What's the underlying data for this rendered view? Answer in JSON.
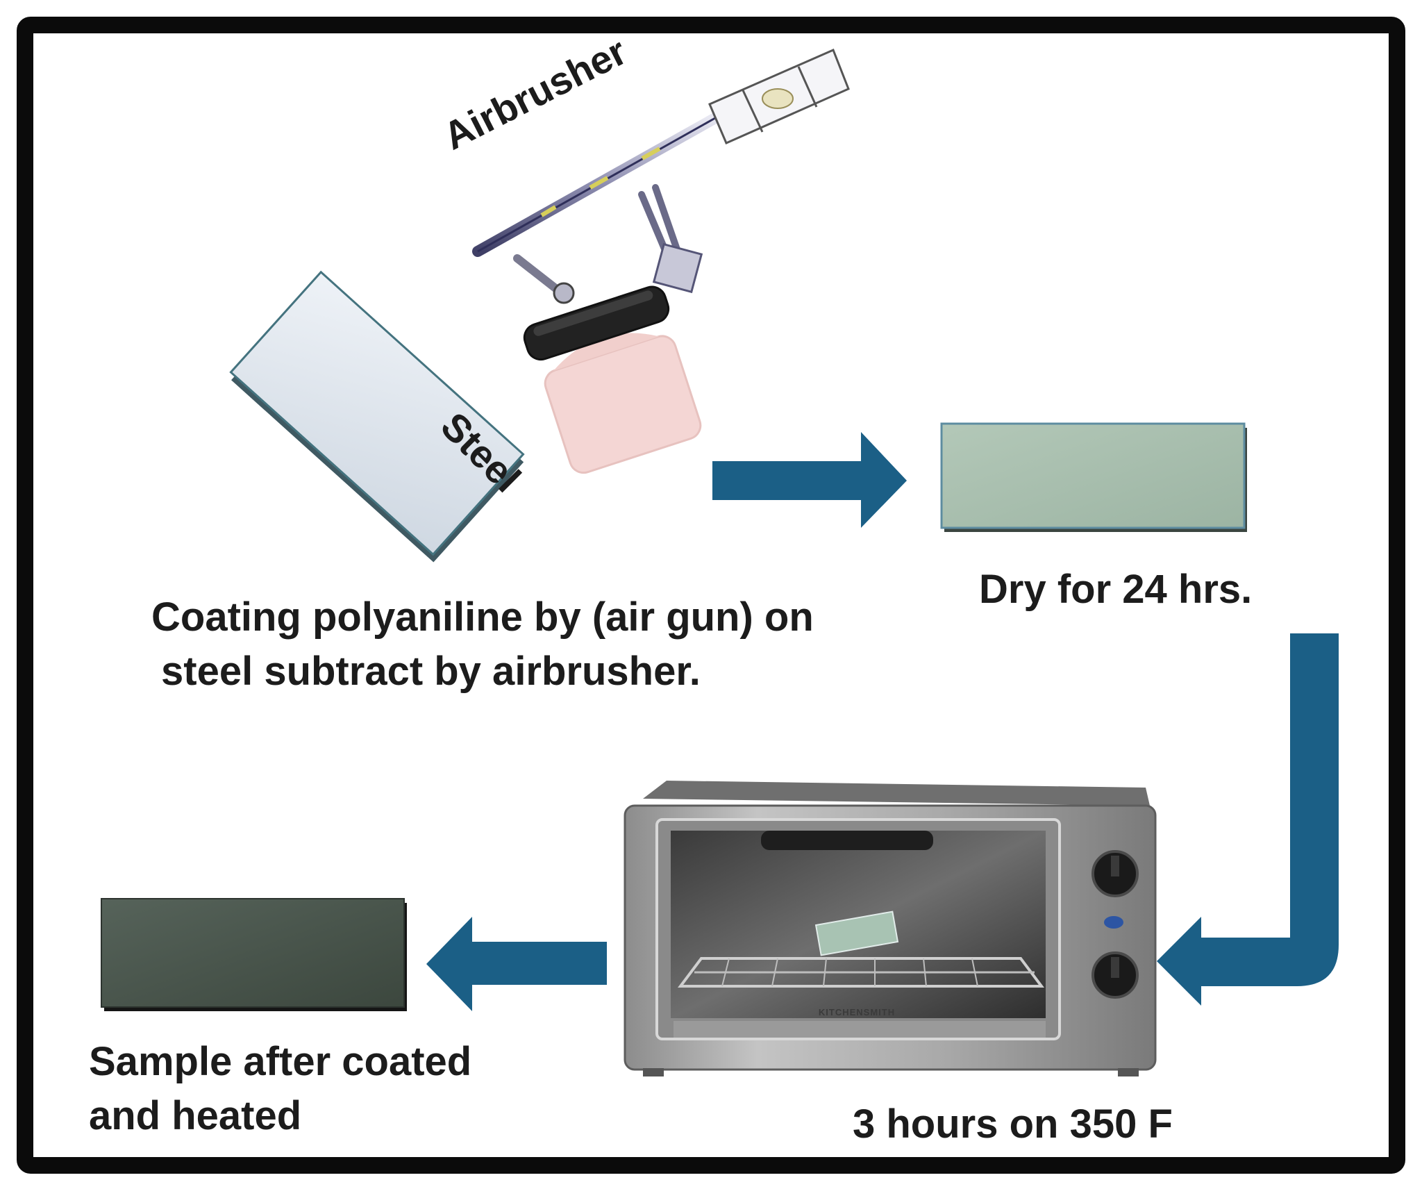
{
  "labels": {
    "airbrusher": "Airbrusher",
    "steel": "Steel",
    "coating_line1": "Coating polyaniline by (air gun) on",
    "coating_line2": "steel  subtract  by airbrusher.",
    "dry": "Dry for 24 hrs.",
    "oven_brand": "KITCHENSMITH",
    "oven": "3 hours on 350 F",
    "sample_line1": "Sample after coated",
    "sample_line2": "and heated"
  },
  "colors": {
    "arrow": "#1b5f86",
    "frame": "#0b0b0b",
    "steel_plate": "#dde4ec",
    "dried_plate": "#a8bfae",
    "heated_plate": "#48554a",
    "bottle": "#f4d6d4"
  },
  "icons": [
    "airbrush-icon",
    "paint-bottle-icon",
    "toaster-oven-icon"
  ]
}
